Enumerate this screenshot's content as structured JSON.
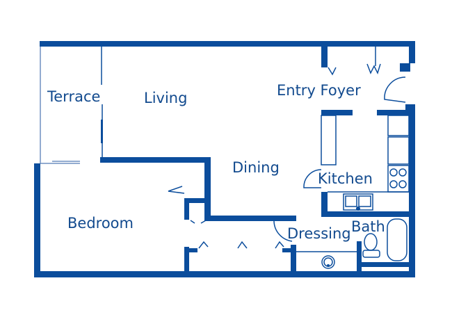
{
  "floorplan": {
    "wall_color": "#0b4d9c",
    "rooms": {
      "terrace": "Terrace",
      "living": "Living",
      "entry_foyer": "Entry Foyer",
      "dining": "Dining",
      "kitchen": "Kitchen",
      "bedroom": "Bedroom",
      "dressing": "Dressing",
      "bath": "Bath"
    },
    "closet_marks": {
      "foyer_left": "V",
      "foyer_right": "W"
    }
  }
}
